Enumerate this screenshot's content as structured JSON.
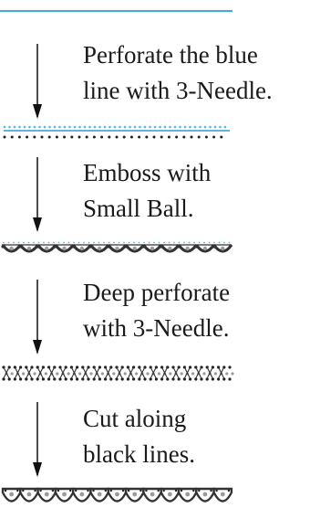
{
  "steps": [
    {
      "line1": "Perforate the blue",
      "line2": "line with 3-Needle."
    },
    {
      "line1": "Emboss with",
      "line2": "Small Ball."
    },
    {
      "line1": "Deep perforate",
      "line2": "with 3-Needle."
    },
    {
      "line1": "Cut aloing",
      "line2": "black lines."
    }
  ],
  "colors": {
    "blue_line": "#2d9bd7",
    "dot_blue": "#5ab4e0",
    "dot_dark": "#222222",
    "emboss_dark": "#333333",
    "emboss_grey": "#9a9a9a",
    "text": "#1a1a1a",
    "arrow": "#111111"
  },
  "icons": [
    "down-arrow-icon"
  ]
}
